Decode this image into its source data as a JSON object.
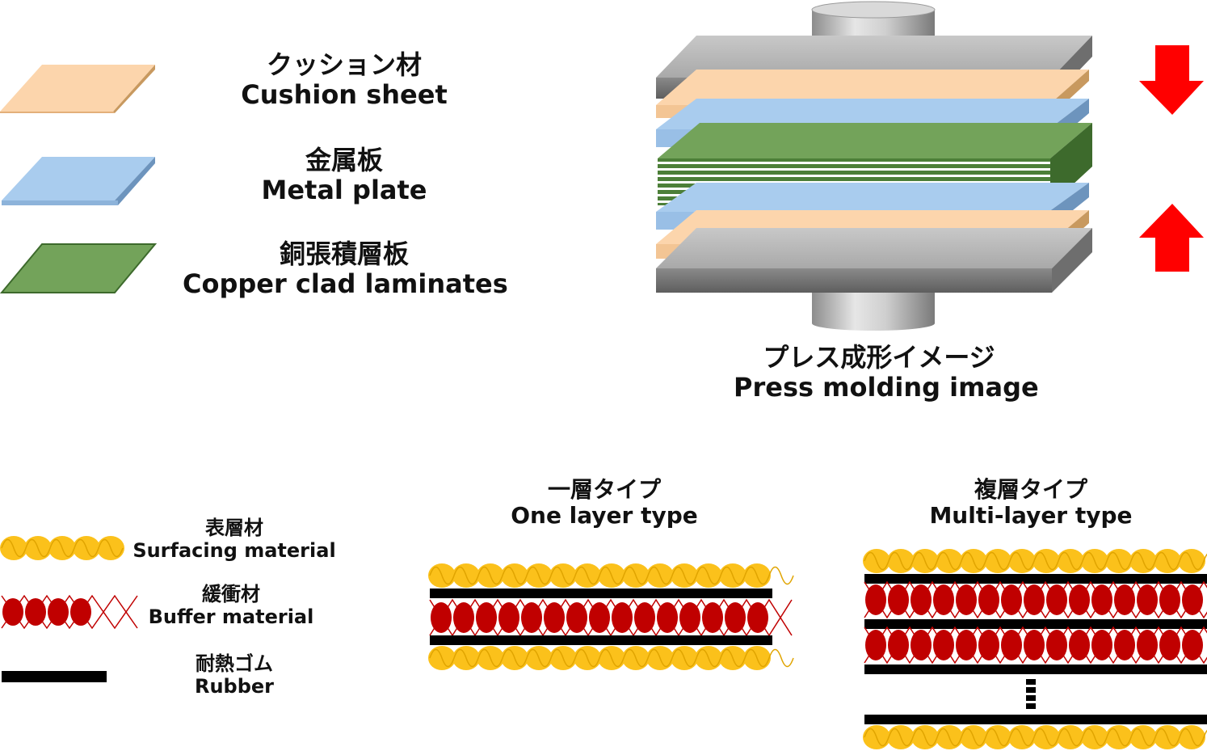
{
  "legend_top": [
    {
      "jp": "クッション材",
      "en": "Cushion sheet",
      "color": "#fcd5ac",
      "edge": "#c8995f"
    },
    {
      "jp": "金属板",
      "en": "Metal plate",
      "color": "#a9ccee",
      "edge": "#6d94bd"
    },
    {
      "jp": "銅張積層板",
      "en": "Copper clad laminates",
      "color": "#73a35a",
      "edge": "#3d6a2c"
    }
  ],
  "press": {
    "jp": "プレス成形イメージ",
    "en": "Press molding image",
    "arrow_color": "#ff0000"
  },
  "legend_bottom": [
    {
      "jp": "表層材",
      "en": "Surfacing material",
      "color": "#fbc11b"
    },
    {
      "jp": "緩衝材",
      "en": "Buffer material",
      "color": "#c00000"
    },
    {
      "jp": "耐熱ゴム",
      "en": "Rubber",
      "color": "#000000"
    }
  ],
  "one_layer": {
    "jp": "一層タイプ",
    "en": "One layer type"
  },
  "multi_layer": {
    "jp": "複層タイプ",
    "en": "Multi-layer type"
  }
}
